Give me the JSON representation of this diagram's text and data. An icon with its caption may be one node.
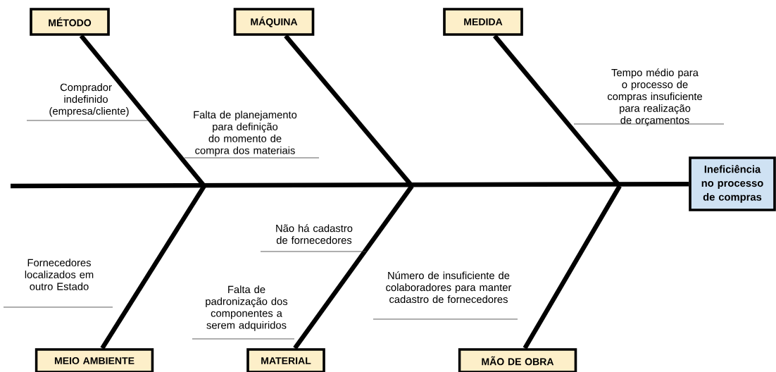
{
  "diagram": {
    "nodes": [
      {
        "text": [
          "MÉTODO"
        ]
      },
      {
        "text": [
          "MÁQUINA"
        ]
      },
      {
        "text": [
          "MEDIDA"
        ]
      },
      {
        "text": [
          "MEIO AMBIENTE"
        ]
      },
      {
        "text": [
          "MATERIAL"
        ]
      },
      {
        "text": [
          "MÃO DE OBRA"
        ]
      },
      {
        "text": [
          "Ineficiência no processo de compras"
        ]
      }
    ],
    "edges": [
      {
        "from": null,
        "to": 6,
        "arrow": "none"
      },
      {
        "from": 0,
        "to": null,
        "arrow": "none"
      },
      {
        "from": 1,
        "to": null,
        "arrow": "none"
      },
      {
        "from": 2,
        "to": null,
        "arrow": "none"
      },
      {
        "from": 3,
        "to": null,
        "arrow": "none"
      },
      {
        "from": 4,
        "to": null,
        "arrow": "none"
      },
      {
        "from": 5,
        "to": null,
        "arrow": "none"
      }
    ],
    "labels": [
      "Comprador indefinido (empresa/cliente)",
      "Falta de planejamento para definição do momento de compra dos materiais",
      "Tempo médio para o processo de compras insuficiente para realização de orçamentos",
      "Fornecedores localizados em outro Estado",
      "Não há cadastro de fornecedores",
      "Falta de padronização dos componentes a serem adquiridos",
      "Número de insuficiente de colaboradores para manter cadastro de fornecedores"
    ]
  }
}
